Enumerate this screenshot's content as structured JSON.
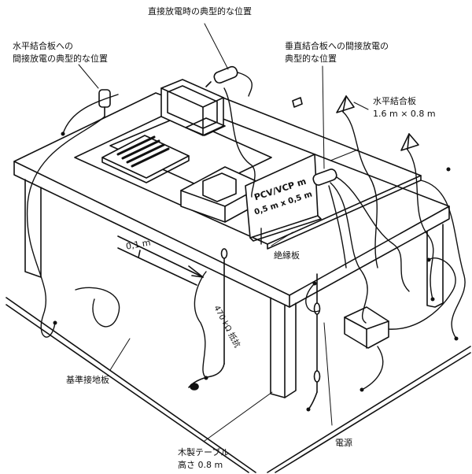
{
  "labels": {
    "direct_discharge": "直接放電時の典型的な位置",
    "hcp_indirect_line1": "水平結合板への",
    "hcp_indirect_line2": "間接放電の典型的な位置",
    "vcp_indirect_line1": "垂直結合板への間接放電の",
    "vcp_indirect_line2": "典型的な位置",
    "hcp_line1": "水平結合板",
    "hcp_line2": "1.6 m × 0.8 m",
    "vcp_line1": "PCV/VCP  m",
    "vcp_line2": "0,5 m x 0,5 m",
    "insulation": "絶縁板",
    "distance": "0,1 m",
    "resistor": "470 kΩ 抵抗",
    "ground_plane": "基準接地板",
    "table_line1": "木製テーブル",
    "table_line2": "高さ 0.8 m",
    "power": "電源"
  }
}
